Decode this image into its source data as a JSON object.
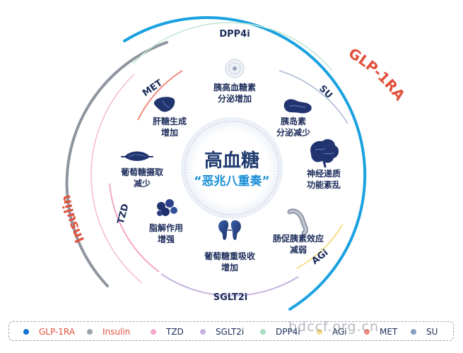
{
  "center": {
    "title": "高血糖",
    "subtitle": "“恶兆八重奏”"
  },
  "factors": [
    {
      "label_line1": "胰高血糖素",
      "label_line2": "分泌增加",
      "icon": "pancreatic-alpha-cell-icon"
    },
    {
      "label_line1": "胰岛素",
      "label_line2": "分泌减少",
      "icon": "pancreas-icon"
    },
    {
      "label_line1": "神经递质",
      "label_line2": "功能紊乱",
      "icon": "brain-icon"
    },
    {
      "label_line1": "肠促胰素效应",
      "label_line2": "减弱",
      "icon": "intestine-icon"
    },
    {
      "label_line1": "葡萄糖重吸收",
      "label_line2": "增加",
      "icon": "kidney-icon"
    },
    {
      "label_line1": "脂解作用",
      "label_line2": "增强",
      "icon": "fat-cells-icon"
    },
    {
      "label_line1": "葡萄糖摄取",
      "label_line2": "减少",
      "icon": "muscle-icon"
    },
    {
      "label_line1": "肝糖生成",
      "label_line2": "增加",
      "icon": "liver-icon"
    }
  ],
  "arc_labels": {
    "dpp4i": "DPP4i",
    "su": "SU",
    "agi": "AGi",
    "sglt2i": "SGLT2i",
    "tzd": "TZD",
    "met": "MET",
    "glp1ra": "GLP-1RA",
    "insulin": "Insulin"
  },
  "legend": [
    {
      "label": "GLP-1RA",
      "color": "#1673d6"
    },
    {
      "label": "Insulin",
      "color": "#9ca3ad"
    },
    {
      "label": "TZD",
      "color": "#f2a7c8"
    },
    {
      "label": "SGLT2i",
      "color": "#c7b3e0"
    },
    {
      "label": "DPP4i",
      "color": "#a8dcc0"
    },
    {
      "label": "AGi",
      "color": "#f5dd8a"
    },
    {
      "label": "MET",
      "color": "#ef8a7c"
    },
    {
      "label": "SU",
      "color": "#8a9ec2"
    }
  ],
  "watermark": "bdccf.org.cn",
  "colors": {
    "glp1ra_arc": "#1aa1e0",
    "insulin_arc": "#8e959f",
    "glp1ra_text": "#e2503c",
    "insulin_text": "#e2503c",
    "title_text": "#1f3a6e",
    "subtitle_text": "#1a8fd6",
    "label_text": "#1c2c5a"
  }
}
